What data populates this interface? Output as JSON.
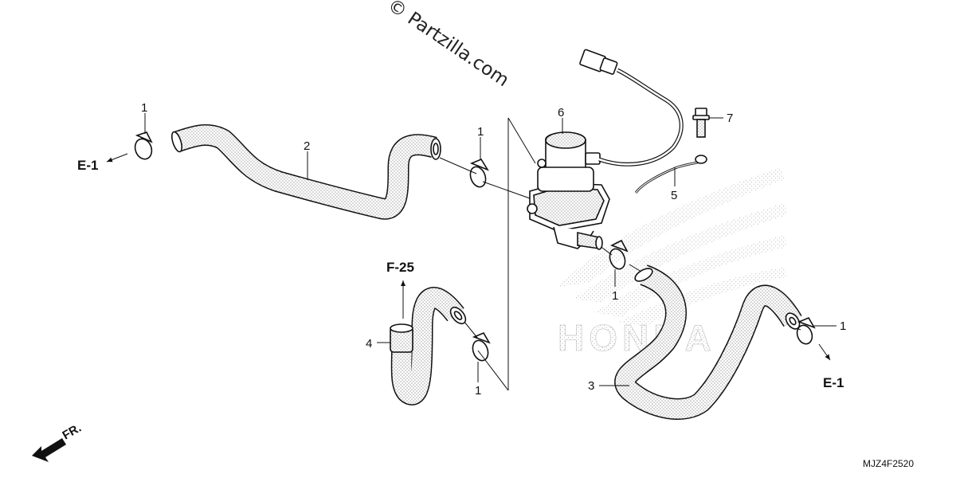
{
  "watermark": "© Partzilla.com",
  "diagram_code": "MJZ4F2520",
  "front_marker": "FR.",
  "references": {
    "e1_left": "E-1",
    "e1_right": "E-1",
    "f25": "F-25"
  },
  "callouts": {
    "clip_top_left": "1",
    "hose_2": "2",
    "clip_mid": "1",
    "valve_6": "6",
    "bolt_7": "7",
    "stay_5": "5",
    "clip_valve_outlet": "1",
    "hose_4": "4",
    "clip_bottom": "1",
    "hose_3": "3",
    "clip_right": "1"
  },
  "icons": {
    "front_arrow": "front-direction-arrow-icon",
    "honda_logo": "honda-wing-watermark"
  }
}
